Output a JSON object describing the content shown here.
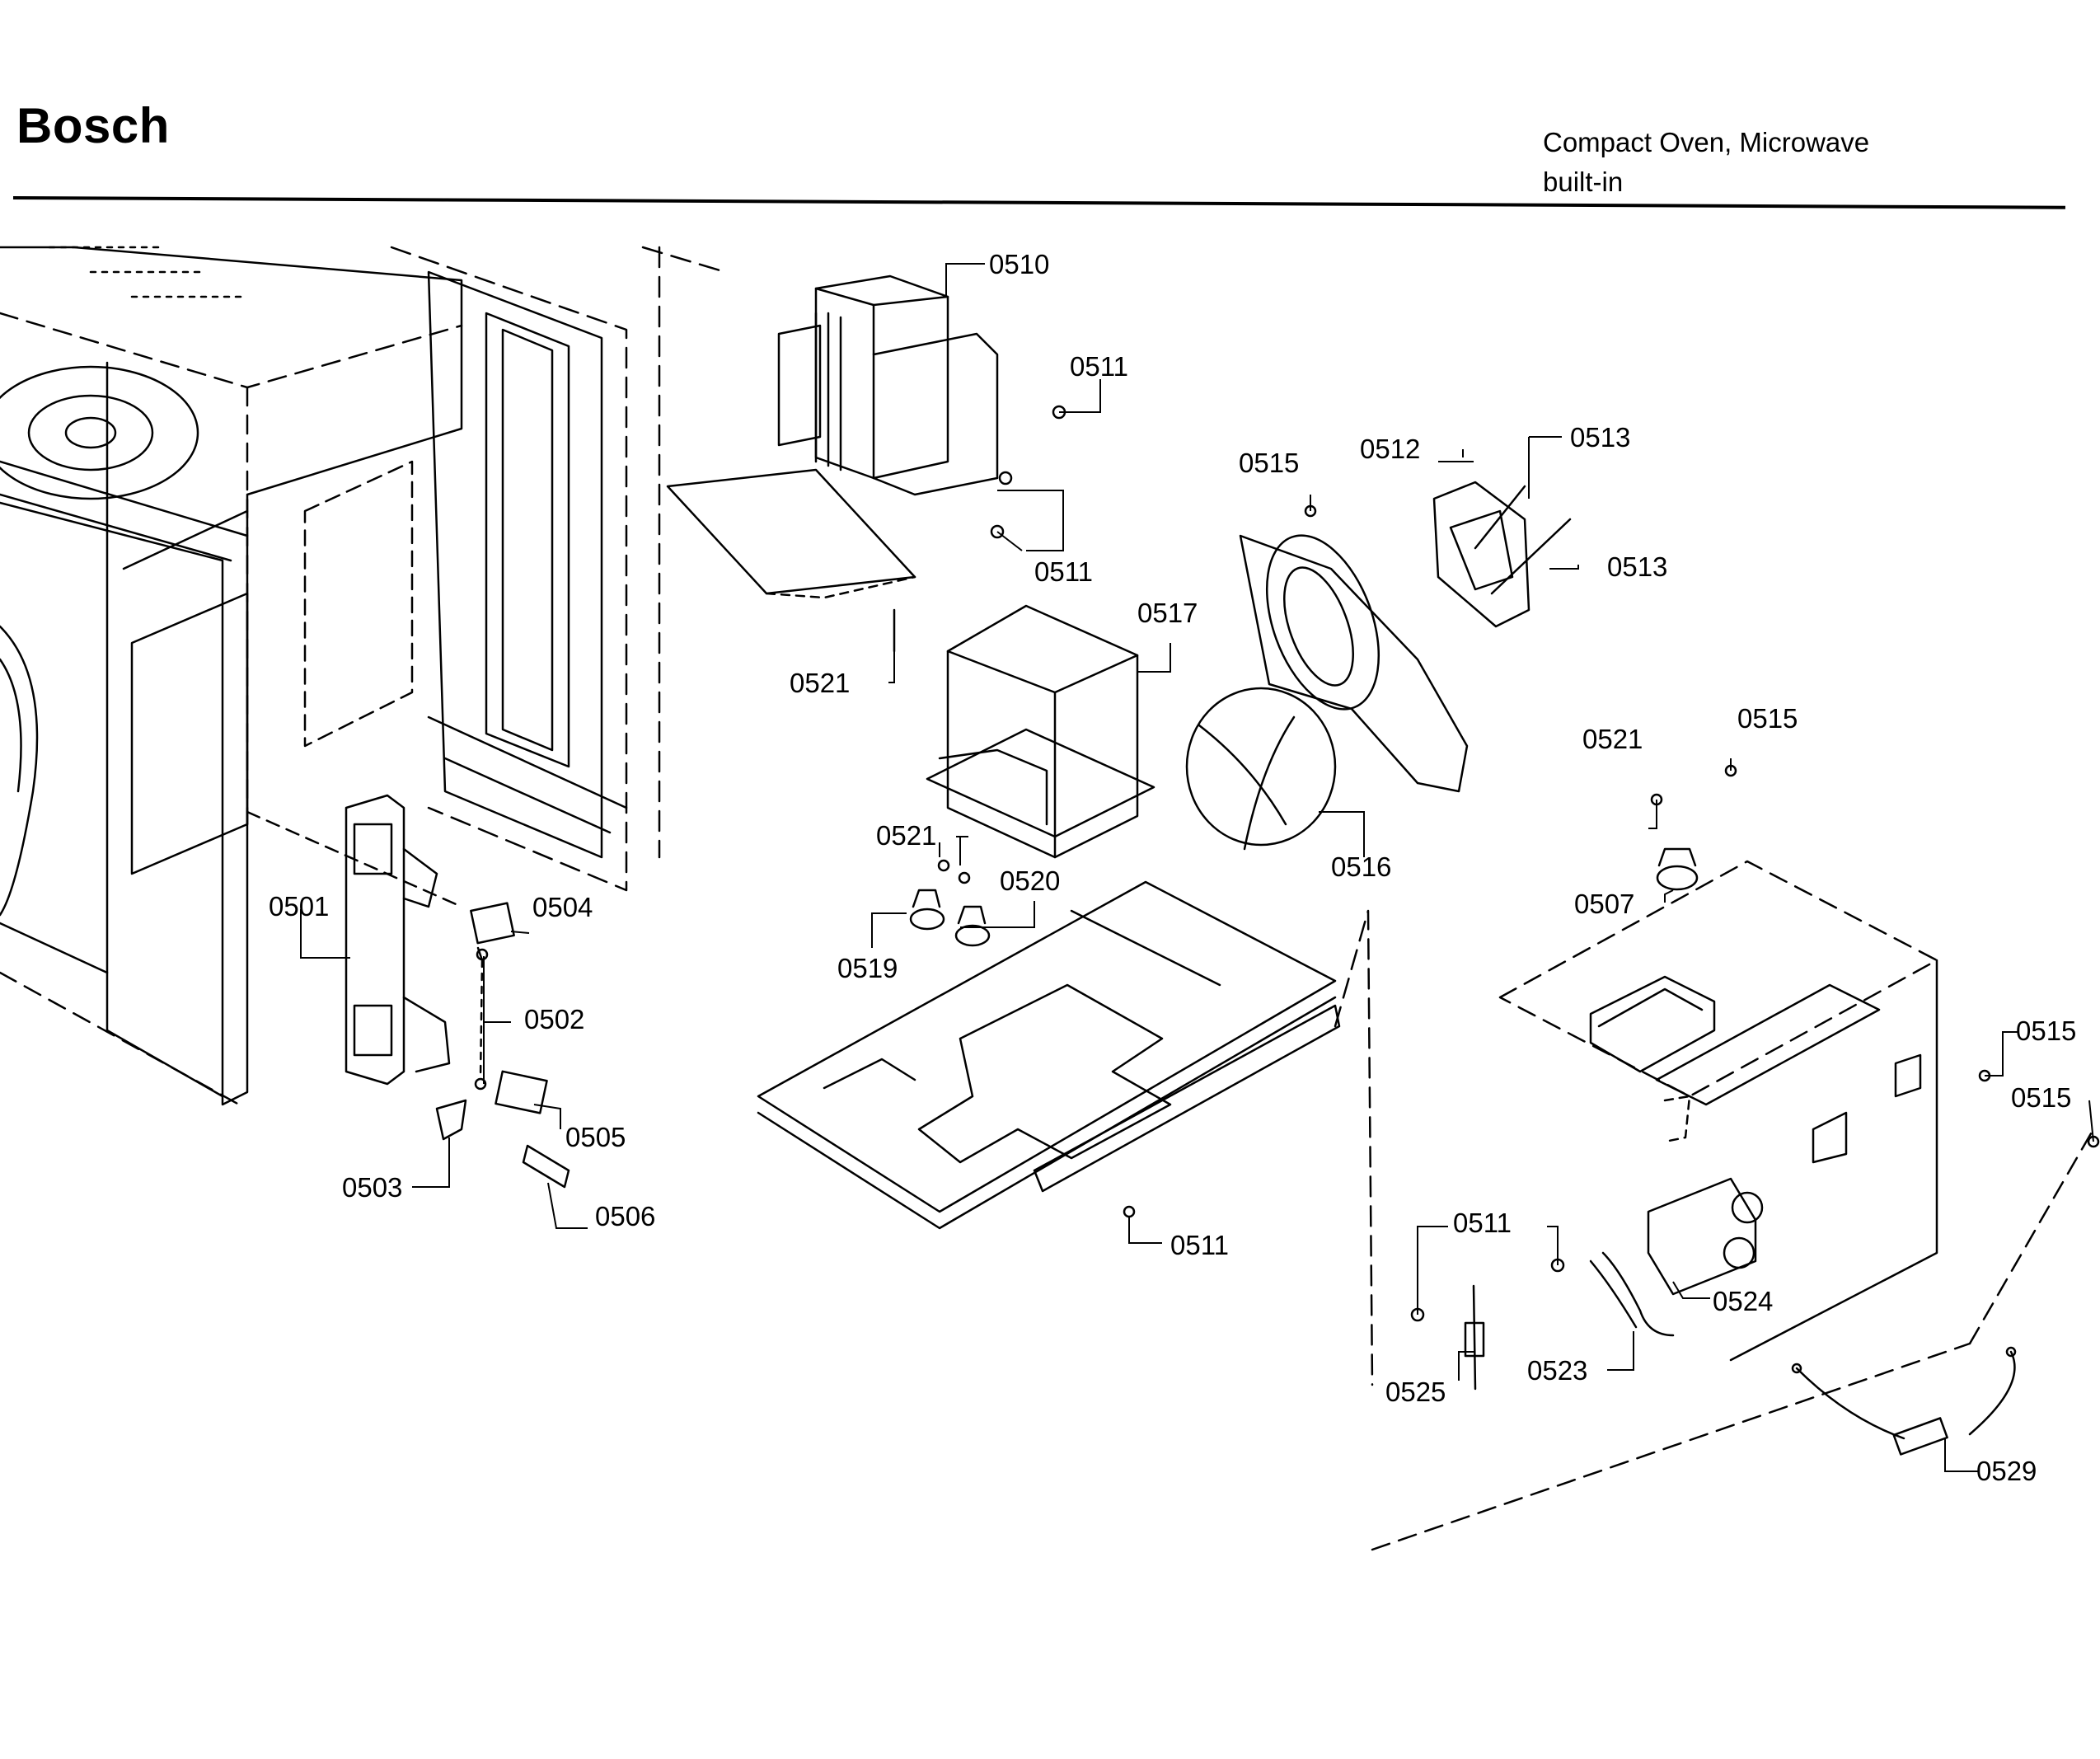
{
  "header": {
    "brand": "Bosch",
    "product_line1": "Compact Oven, Microwave",
    "product_line2": "built-in"
  },
  "callouts": [
    {
      "id": "c0510",
      "label": "0510"
    },
    {
      "id": "c0511a",
      "label": "0511"
    },
    {
      "id": "c0511b",
      "label": "0511"
    },
    {
      "id": "c0512",
      "label": "0512"
    },
    {
      "id": "c0513a",
      "label": "0513"
    },
    {
      "id": "c0513b",
      "label": "0513"
    },
    {
      "id": "c0515a",
      "label": "0515"
    },
    {
      "id": "c0517",
      "label": "0517"
    },
    {
      "id": "c0521a",
      "label": "0521"
    },
    {
      "id": "c0516",
      "label": "0516"
    },
    {
      "id": "c0521b",
      "label": "0521"
    },
    {
      "id": "c0520",
      "label": "0520"
    },
    {
      "id": "c0519",
      "label": "0519"
    },
    {
      "id": "c0501",
      "label": "0501"
    },
    {
      "id": "c0504",
      "label": "0504"
    },
    {
      "id": "c0502",
      "label": "0502"
    },
    {
      "id": "c0505",
      "label": "0505"
    },
    {
      "id": "c0503",
      "label": "0503"
    },
    {
      "id": "c0506",
      "label": "0506"
    },
    {
      "id": "c0511c",
      "label": "0511"
    },
    {
      "id": "c0521c",
      "label": "0521"
    },
    {
      "id": "c0515b",
      "label": "0515"
    },
    {
      "id": "c0507",
      "label": "0507"
    },
    {
      "id": "c0515c",
      "label": "0515"
    },
    {
      "id": "c0515d",
      "label": "0515"
    },
    {
      "id": "c0511d",
      "label": "0511"
    },
    {
      "id": "c0524",
      "label": "0524"
    },
    {
      "id": "c0523",
      "label": "0523"
    },
    {
      "id": "c0525",
      "label": "0525"
    },
    {
      "id": "c0529",
      "label": "0529"
    }
  ]
}
